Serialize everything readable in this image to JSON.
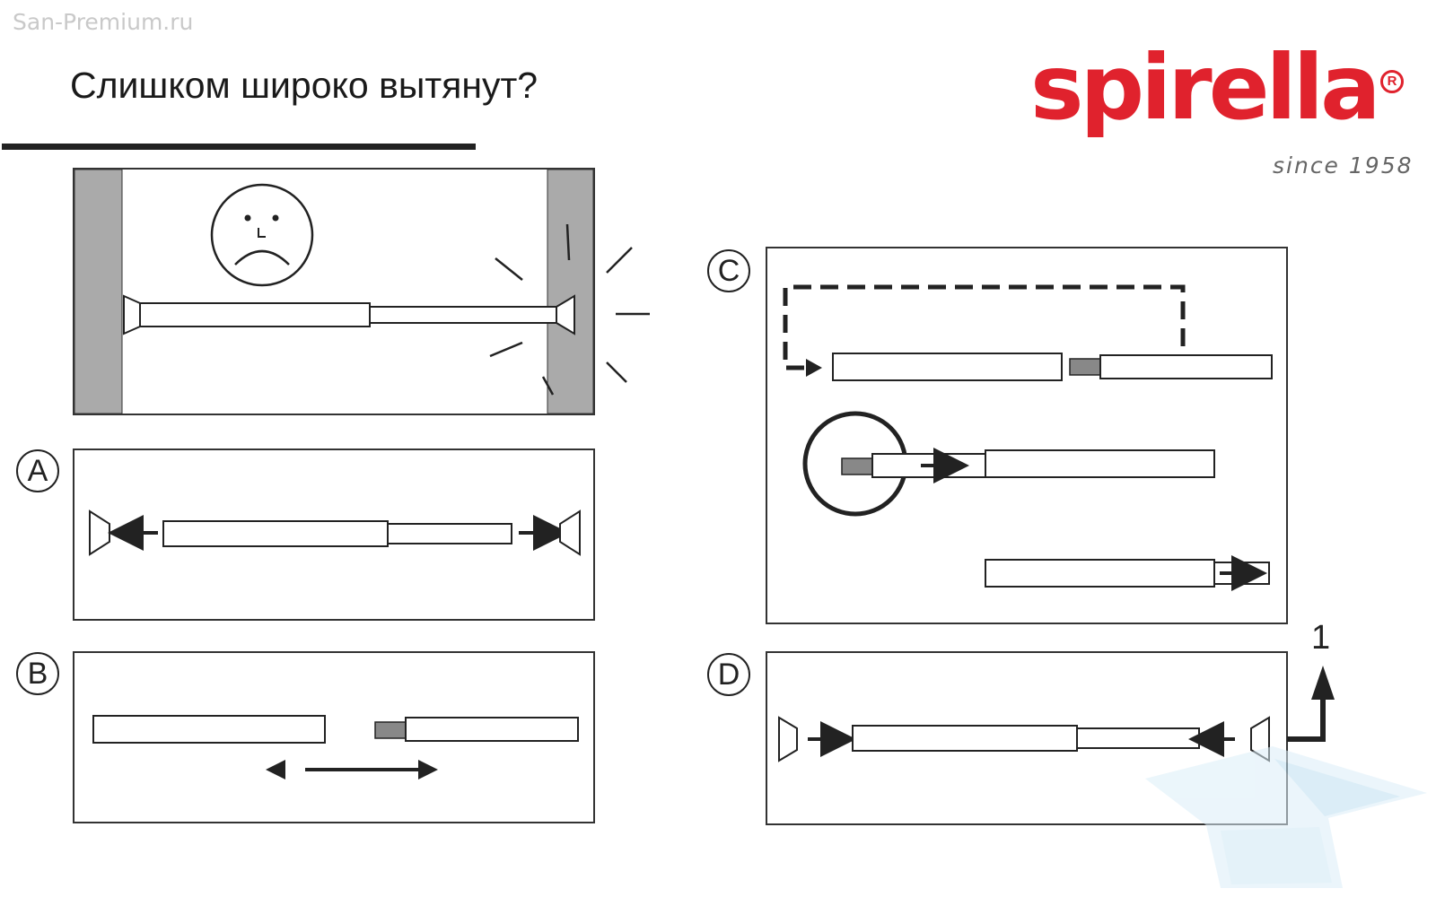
{
  "watermark": "San-Premium.ru",
  "title": "Слишком широко вытянут?",
  "brand": {
    "name": "spirella",
    "registered": "R",
    "since": "since 1958",
    "color": "#e0222d"
  },
  "panels": {
    "a": {
      "label": "A"
    },
    "b": {
      "label": "B"
    },
    "c": {
      "label": "C"
    },
    "d": {
      "label": "D",
      "step_number": "1"
    }
  },
  "icons": [
    "sad-face-icon",
    "arrow-left-icon",
    "arrow-right-icon",
    "double-arrow-icon",
    "arrow-up-icon",
    "magnifier-circle-icon",
    "house-watermark-icon"
  ],
  "colors": {
    "wall": "#aaaaaa",
    "line": "#222222",
    "plug": "#888888",
    "watermark": "#cfe6f3"
  }
}
